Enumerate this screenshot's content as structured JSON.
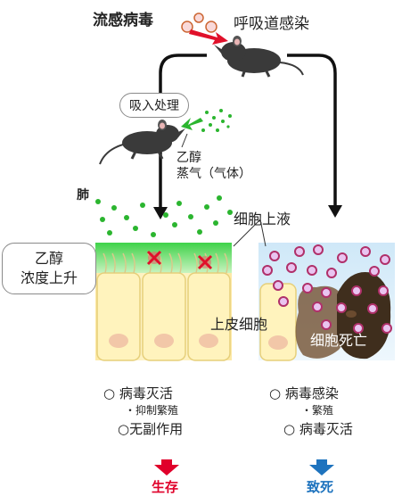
{
  "top": {
    "virus_label": "流感病毒",
    "infection_label": "呼吸道感染"
  },
  "left_branch": {
    "inhale_label": "吸入处理",
    "ethanol_label_1": "乙醇",
    "ethanol_label_2": "蒸气（气体）",
    "lung_label": "肺",
    "conc_label_1": "乙醇",
    "conc_label_2": "浓度上升"
  },
  "middle": {
    "fluid_label": "细胞上液",
    "epithelium_label": "上皮细胞",
    "death_label": "细胞死亡"
  },
  "results_left": {
    "line1": "○ 病毒灭活",
    "line2": "・抑制繁殖",
    "line3": "○无副作用",
    "outcome": "生存",
    "outcome_color": "#e0002a"
  },
  "results_right": {
    "line1": "○ 病毒感染",
    "line2": "・繁殖",
    "line3": "○ 病毒灭活",
    "outcome": "致死",
    "outcome_color": "#1e73be"
  }
}
